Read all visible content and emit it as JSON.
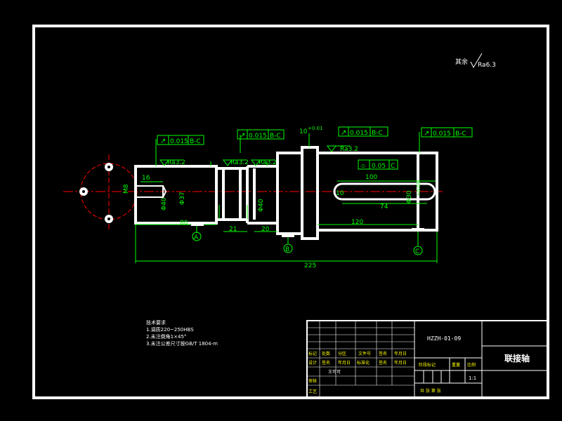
{
  "colors": {
    "background": "#000000",
    "frame": "#ffffff",
    "dimension": "#00ff00",
    "centerline": "#ff0000",
    "tolerance": "#00ff00",
    "text_yellow": "#ffff00",
    "text_white": "#ffffff"
  },
  "roughness_note": {
    "label": "其余",
    "value": "Ra6.3"
  },
  "tolerance_frames": [
    {
      "symbol": "↗",
      "value": "0.015",
      "datum": "B-C"
    },
    {
      "symbol": "↗",
      "value": "0.015",
      "datum": "B-C"
    },
    {
      "symbol": "↗",
      "value": "0.015",
      "datum": "B-C"
    },
    {
      "symbol": "↗",
      "value": "0.015",
      "datum": "B-C"
    },
    {
      "symbol": "⌯",
      "value": "0.05",
      "datum": "C"
    }
  ],
  "roughness_marks": [
    "Ra3.2",
    "Ra3.2",
    "Ra3.2",
    "Ra3.2"
  ],
  "dimensions": {
    "hole_depth": "16",
    "hole_dia": "M8",
    "d1": "Φ40",
    "d1_tol": "+0.01\n+0.01",
    "d2": "Φ37",
    "d3": "Φ40",
    "groove_21": "21",
    "groove_20": "20",
    "len_80": "80",
    "len_120": "120",
    "slot_100": "100",
    "slot_74": "74",
    "slot_w": "10",
    "top_10": "10",
    "top_tol": "+0.01",
    "d4": "Φ30",
    "d4_tol": "+0.03",
    "total_225": "225"
  },
  "datums": [
    "A",
    "B",
    "C"
  ],
  "tech_notes": {
    "title": "技术要求",
    "items": [
      "1.调质220~250HBS",
      "2.未注倒角1×45°",
      "3.未注公差尺寸按GB/T 1804-m"
    ]
  },
  "title_block": {
    "drawing_no": "HZZH-01-09",
    "part_name": "联接轴",
    "headers_row1": [
      "标记",
      "处数",
      "分区",
      "文件号",
      "签名",
      "年月日"
    ],
    "headers_row2": [
      "设计",
      "签名",
      "年月日",
      "标准化",
      "签名",
      "年月日"
    ],
    "labels": [
      "审核",
      "工艺"
    ],
    "designer": "王可可",
    "stage_label": "阶段标记",
    "weight_label": "重量",
    "scale_label": "比例",
    "scale_value": "1:1",
    "sheet_info": "共  张  第  张"
  }
}
